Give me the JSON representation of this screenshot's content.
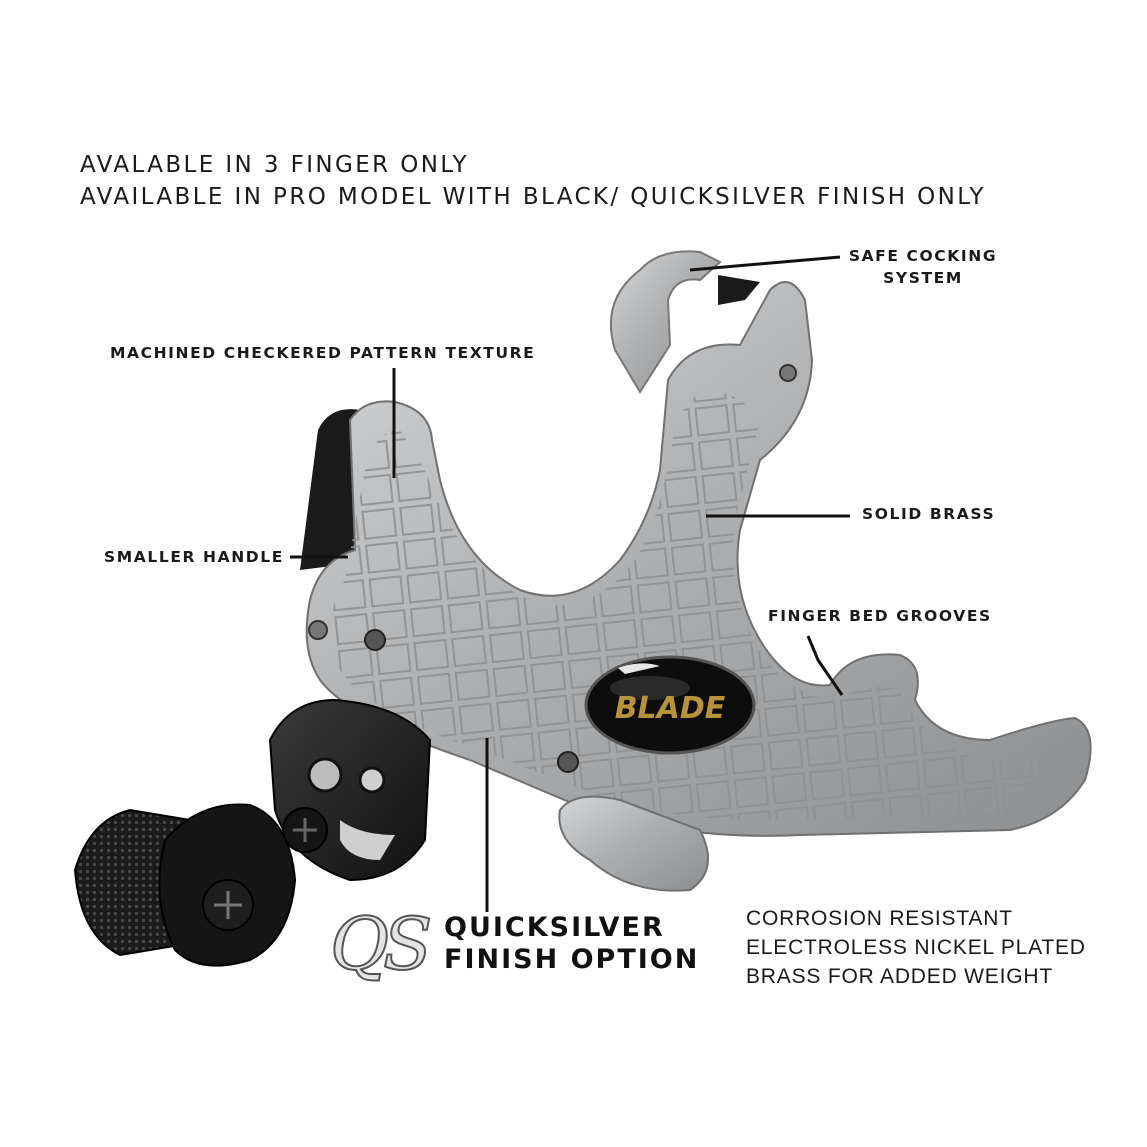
{
  "headlines": {
    "line1": "AVALABLE IN 3 FINGER ONLY",
    "line2": "AVAILABLE IN PRO MODEL WITH BLACK/ QUICKSILVER FINISH ONLY"
  },
  "callouts": {
    "safe_cocking_1": "SAFE COCKING",
    "safe_cocking_2": "SYSTEM",
    "machined_texture": "MACHINED CHECKERED PATTERN TEXTURE",
    "smaller_handle": "SMALLER HANDLE",
    "solid_brass": "SOLID BRASS",
    "finger_bed": "FINGER BED GROOVES"
  },
  "quicksilver": {
    "logo": "QS",
    "line1": "QUICKSILVER",
    "line2": "FINISH OPTION"
  },
  "corrosion": {
    "line1": "CORROSION RESISTANT",
    "line2": "ELECTROLESS NICKEL PLATED",
    "line3": "BRASS FOR ADDED WEIGHT"
  },
  "product": {
    "badge_text": "BLADE",
    "body_color": "#a9abad",
    "badge_text_color": "#b8933a"
  }
}
